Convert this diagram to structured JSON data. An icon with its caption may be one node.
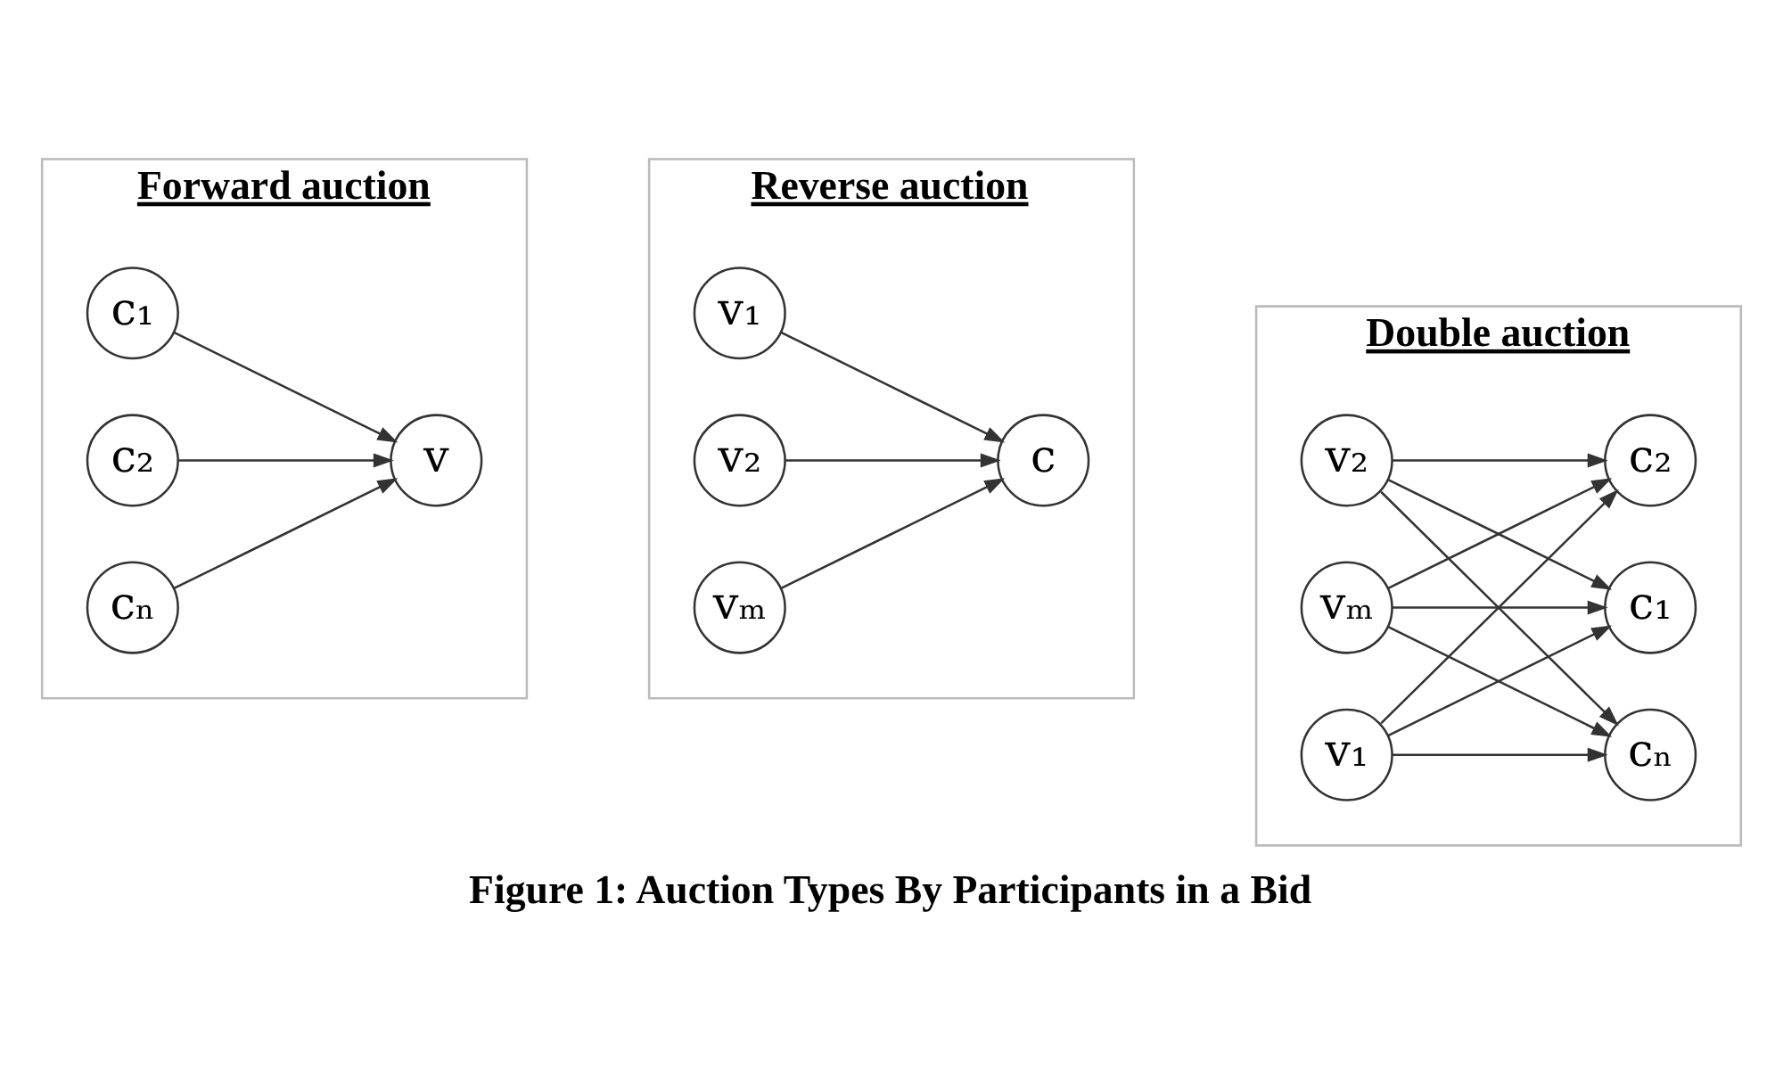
{
  "diagram": {
    "caption": "Figure 1: Auction Types By Participants in a Bid",
    "nodes": [
      {
        "text": [
          "Forward auction"
        ]
      },
      {
        "text": [
          "v"
        ],
        "in": 0
      },
      {
        "text": [
          "c₁"
        ],
        "in": 0
      },
      {
        "text": [
          "c₂"
        ],
        "in": 0
      },
      {
        "text": [
          "cₙ"
        ],
        "in": 0
      },
      {
        "text": [
          "Reverse auction"
        ]
      },
      {
        "text": [
          "v₁"
        ],
        "in": 5
      },
      {
        "text": [
          "v₂"
        ],
        "in": 5
      },
      {
        "text": [
          "vₘ"
        ],
        "in": 5
      },
      {
        "text": [
          "c"
        ],
        "in": 5
      },
      {
        "text": [
          "Double auction"
        ]
      },
      {
        "text": [
          "v₁"
        ],
        "in": 10
      },
      {
        "text": [
          "v₂"
        ],
        "in": 10
      },
      {
        "text": [
          "vₘ"
        ],
        "in": 10
      },
      {
        "text": [
          "c₁"
        ],
        "in": 10
      },
      {
        "text": [
          "c₂"
        ],
        "in": 10
      },
      {
        "text": [
          "cₙ"
        ],
        "in": 10
      }
    ],
    "edges": [
      {
        "from": 2,
        "to": 1,
        "arrow": "to"
      },
      {
        "from": 3,
        "to": 1,
        "arrow": "to"
      },
      {
        "from": 4,
        "to": 1,
        "arrow": "to"
      },
      {
        "from": 6,
        "to": 9,
        "arrow": "to"
      },
      {
        "from": 7,
        "to": 9,
        "arrow": "to"
      },
      {
        "from": 8,
        "to": 9,
        "arrow": "to"
      },
      {
        "from": 11,
        "to": 14,
        "arrow": "to"
      },
      {
        "from": 11,
        "to": 15,
        "arrow": "to"
      },
      {
        "from": 11,
        "to": 16,
        "arrow": "to"
      },
      {
        "from": 12,
        "to": 14,
        "arrow": "to"
      },
      {
        "from": 12,
        "to": 15,
        "arrow": "to"
      },
      {
        "from": 12,
        "to": 16,
        "arrow": "to"
      },
      {
        "from": 13,
        "to": 14,
        "arrow": "to"
      },
      {
        "from": 13,
        "to": 15,
        "arrow": "to"
      },
      {
        "from": 13,
        "to": 16,
        "arrow": "to"
      }
    ]
  }
}
